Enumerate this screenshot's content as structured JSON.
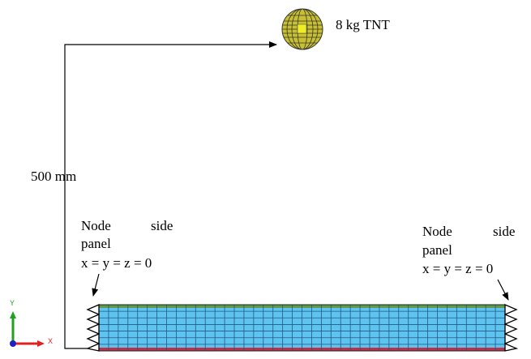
{
  "labels": {
    "charge": "8 kg TNT",
    "standoff": "500 mm",
    "left_support": [
      "Node",
      "side",
      "panel",
      "x = y = z = 0"
    ],
    "right_support": [
      "Node",
      "side",
      "panel",
      "x = y = z = 0"
    ]
  },
  "axes": {
    "y": "Y",
    "x": "X"
  },
  "mesh": {
    "columns": 42,
    "rows": 7
  },
  "colors": {
    "charge_fill": "#c8c030",
    "charge_center": "#eeee20",
    "panel_fill": "#5ec3ee",
    "panel_grid": "#1f5a86",
    "top_layer": "#5e9a48",
    "bottom_layer": "#c03048",
    "axis_y": "#20a020",
    "axis_x": "#e02020",
    "axis_origin": "#2020c0"
  }
}
